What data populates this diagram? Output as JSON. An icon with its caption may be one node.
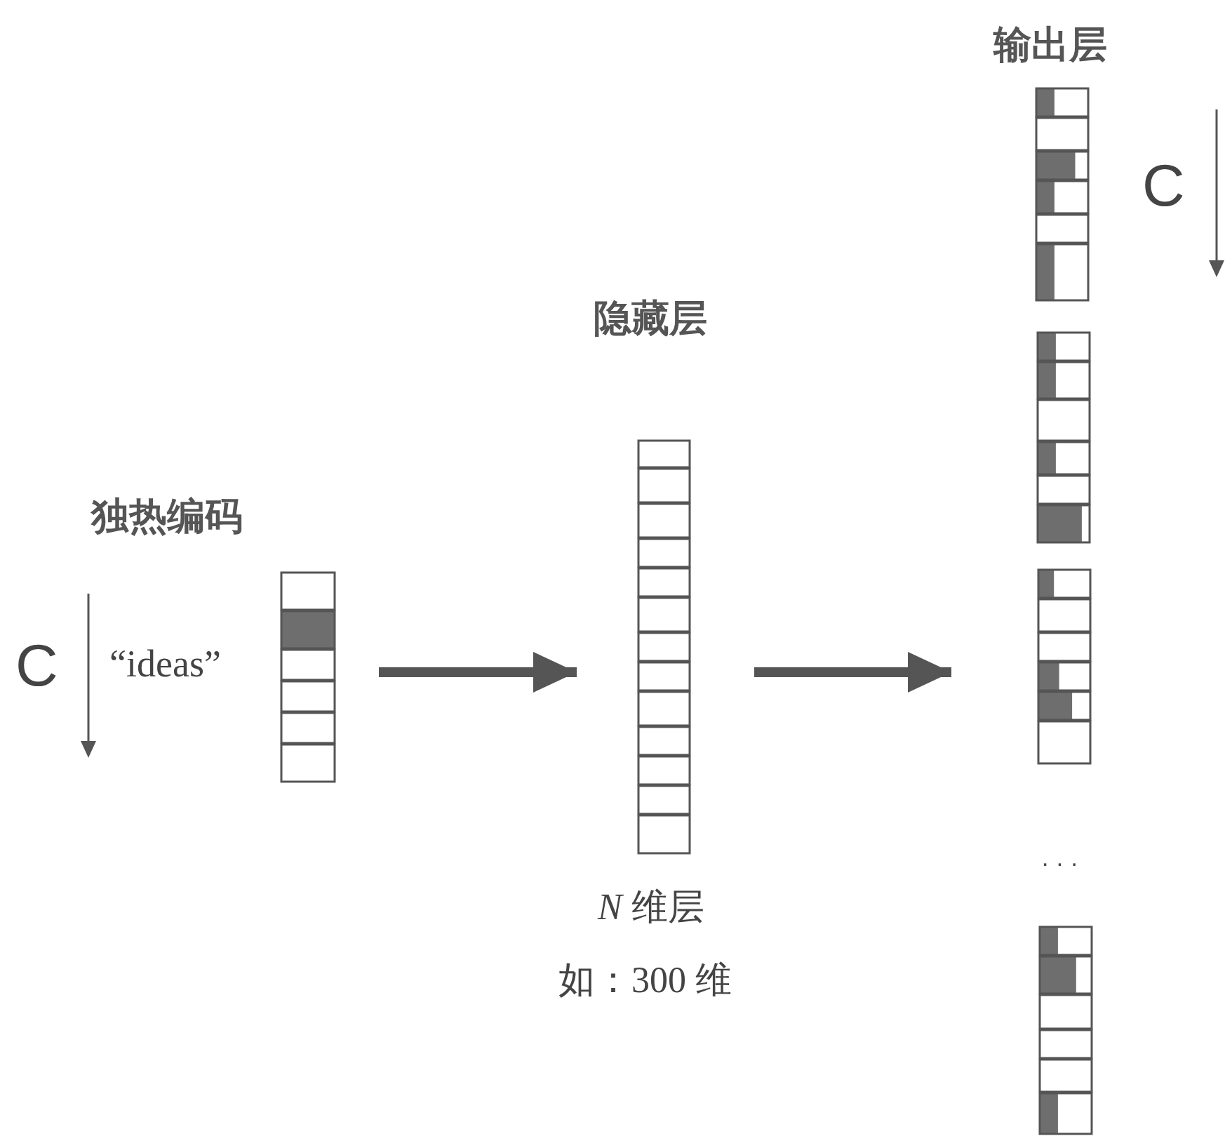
{
  "diagram": {
    "nodes": [
      {
        "text": [
          "独热编码",
          "“ideas”"
        ]
      },
      {
        "text": [
          "隐藏层"
        ],
        "beside": [
          "*N* 维层",
          "如：300 维"
        ]
      },
      {
        "text": [
          "输出层"
        ]
      }
    ],
    "edges": [
      {
        "from": 0,
        "to": 1,
        "arrow": "to"
      },
      {
        "from": 1,
        "to": 2,
        "arrow": "to"
      }
    ],
    "labels": [
      "C",
      "C",
      "· · ·"
    ]
  }
}
